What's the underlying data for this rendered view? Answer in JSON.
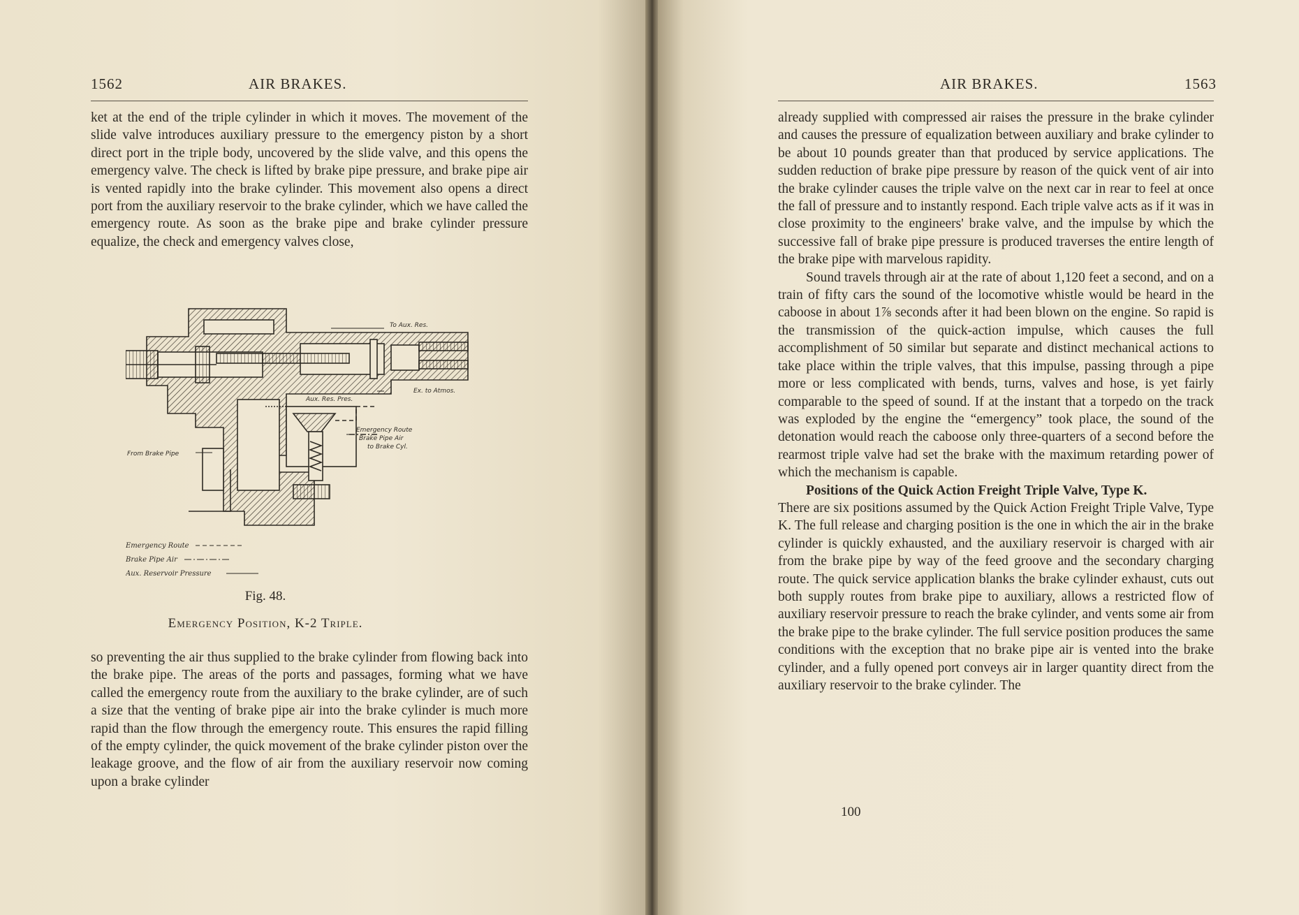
{
  "left_page": {
    "page_number": "1562",
    "running_head": "AIR BRAKES.",
    "para_top": "ket at the end of the triple cylinder in which it moves. The movement of the slide valve introduces auxiliary pressure to the emergency piston by a short direct port in the triple body, uncovered by the slide valve, and this opens the emergency valve. The check is lifted by brake pipe pressure, and brake pipe air is vented rapidly into the brake cylinder. This movement also opens a direct port from the auxiliary reservoir to the brake cylinder, which we have called the emergency route. As soon as the brake pipe and brake cylinder pressure equalize, the check and emergency valves close,",
    "figure": {
      "labels": {
        "to_aux_res": "To Aux. Res.",
        "ex_to_atmos": "Ex. to Atmos.",
        "aux_res_pres": "Aux. Res. Pres.",
        "emergency_route": "Emergency Route",
        "brake_pipe_air_to_brake_cyl": "Brake Pipe Air",
        "to_brake_cyl": "to Brake Cyl.",
        "from_brake_pipe": "From Brake Pipe"
      },
      "legend": [
        {
          "label": "Emergency Route"
        },
        {
          "label": "Brake Pipe Air"
        },
        {
          "label": "Aux. Reservoir Pressure"
        }
      ],
      "fig_number": "Fig. 48.",
      "title": "Emergency Position, K-2 Triple."
    },
    "para_bottom": "so preventing the air thus supplied to the brake cylinder from flowing back into the brake pipe. The areas of the ports and passages, forming what we have called the emergency route from the auxiliary to the brake cylinder, are of such a size that the venting of brake pipe air into the brake cylinder is much more rapid than the flow through the emergency route. This ensures the rapid filling of the empty cylinder, the quick movement of the brake cylinder piston over the leakage groove, and the flow of air from the auxiliary reservoir now coming upon a brake cylinder"
  },
  "right_page": {
    "page_number": "1563",
    "running_head": "AIR BRAKES.",
    "para_1": "already supplied with compressed air raises the pressure in the brake cylinder and causes the pressure of equalization between auxiliary and brake cylinder to be about 10 pounds greater than that produced by service applications. The sudden reduction of brake pipe pressure by reason of the quick vent of air into the brake cylinder causes the triple valve on the next car in rear to feel at once the fall of pressure and to instantly respond. Each triple valve acts as if it was in close proximity to the engineers' brake valve, and the impulse by which the successive fall of brake pipe pressure is produced traverses the entire length of the brake pipe with marvelous rapidity.",
    "para_2": "Sound travels through air at the rate of about 1,120 feet a second, and on a train of fifty cars the sound of the locomotive whistle would be heard in the caboose in about 1⅞ seconds after it had been blown on the engine. So rapid is the transmission of the quick-action impulse, which causes the full accomplishment of 50 similar but separate and distinct mechanical actions to take place within the triple valves, that this impulse, passing through a pipe more or less complicated with bends, turns, valves and hose, is yet fairly comparable to the speed of sound. If at the instant that a torpedo on the track was exploded by the engine the “emergency” took place, the sound of the detonation would reach the caboose only three-quarters of a second before the rearmost triple valve had set the brake with the maximum retarding power of which the mechanism is capable.",
    "heading": "Positions of the Quick Action Freight Triple Valve, Type K.",
    "para_3": "There are six positions assumed by the Quick Action Freight Triple Valve, Type K. The full release and charging position is the one in which the air in the brake cylinder is quickly exhausted, and the auxiliary reservoir is charged with air from the brake pipe by way of the feed groove and the secondary charging route. The quick service application blanks the brake cylinder exhaust, cuts out both supply routes from brake pipe to auxiliary, allows a restricted flow of auxiliary reservoir pressure to reach the brake cylinder, and vents some air from the brake pipe to the brake cylinder. The full service position produces the same conditions with the exception that no brake pipe air is vented into the brake cylinder, and a fully opened port conveys air in larger quantity direct from the auxiliary reservoir to the brake cylinder. The",
    "signature": "100"
  }
}
